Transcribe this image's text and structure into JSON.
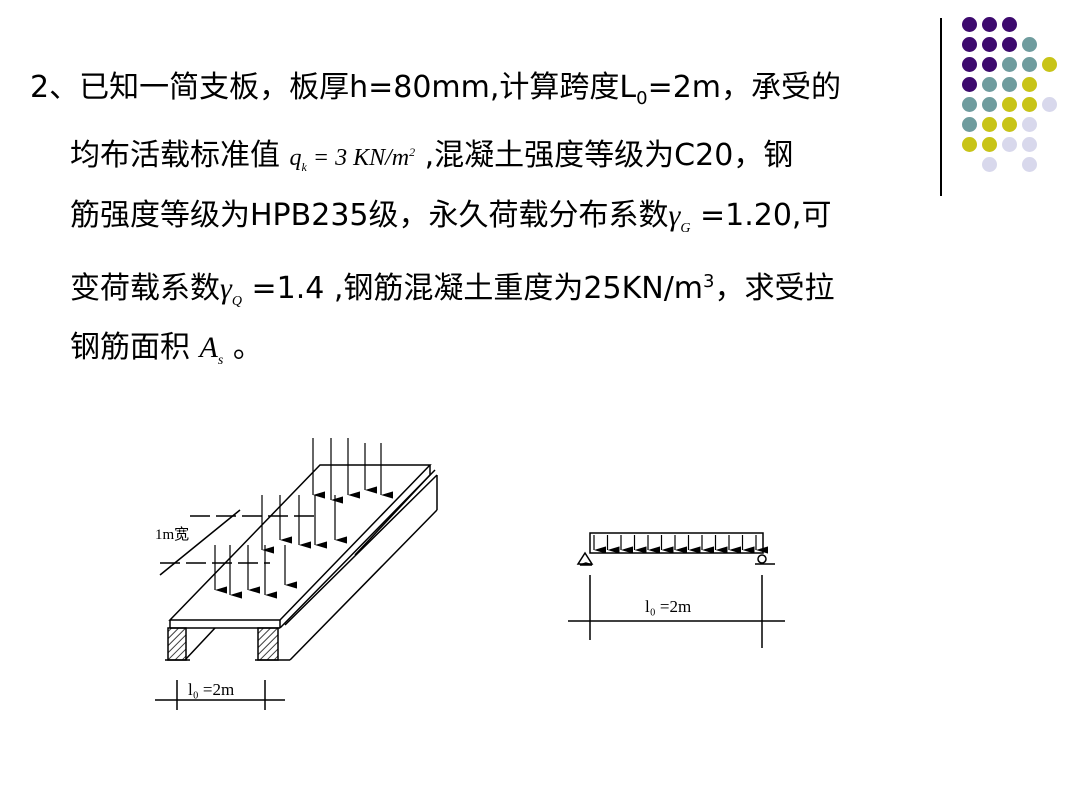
{
  "problem": {
    "line1": {
      "a": "2、已知一简支板，板厚h=80mm,计算跨度L",
      "sub": "0",
      "b": "=2m，承受的"
    },
    "line2": {
      "a": "均布活载标准值",
      "formula": "q",
      "fsub": "k",
      "feq": " = 3 KN/m",
      "fsup": "2",
      "b": " ,混凝土强度等级为C20，钢"
    },
    "line3": {
      "a": "筋强度等级为HPB235级，永久荷载分布系数",
      "gamma": "γ",
      "gsub": "G",
      "b": " =1.20,可"
    },
    "line4": {
      "a": "变荷载系数",
      "gamma": "γ",
      "gsub": "Q",
      "b": " =1.4 ,钢筋混凝土重度为25KN/m",
      "sup": "3",
      "c": "，求受拉"
    },
    "line5": {
      "a": "钢筋面积 ",
      "sym": "A",
      "ssub": "s",
      "b": " 。"
    }
  },
  "figure": {
    "width_label": "1m宽",
    "span_label_left": "l₀ =2m",
    "span_label_right": "l₀ =2m"
  },
  "decor": {
    "colors": {
      "purple": "#3d0a6e",
      "teal": "#6f9c9e",
      "yellow": "#c8c418",
      "lavender": "#d8d8ec"
    },
    "grid": [
      [
        "P",
        "P",
        "P"
      ],
      [
        "P",
        "P",
        "P",
        "T"
      ],
      [
        "P",
        "P",
        "T",
        "T",
        "Y"
      ],
      [
        "P",
        "T",
        "T",
        "Y"
      ],
      [
        "T",
        "T",
        "Y",
        "Y",
        "L"
      ],
      [
        "T",
        "Y",
        "Y",
        "L"
      ],
      [
        "Y",
        "Y",
        "L",
        "L"
      ],
      [
        "",
        "L",
        "",
        "L"
      ]
    ]
  }
}
